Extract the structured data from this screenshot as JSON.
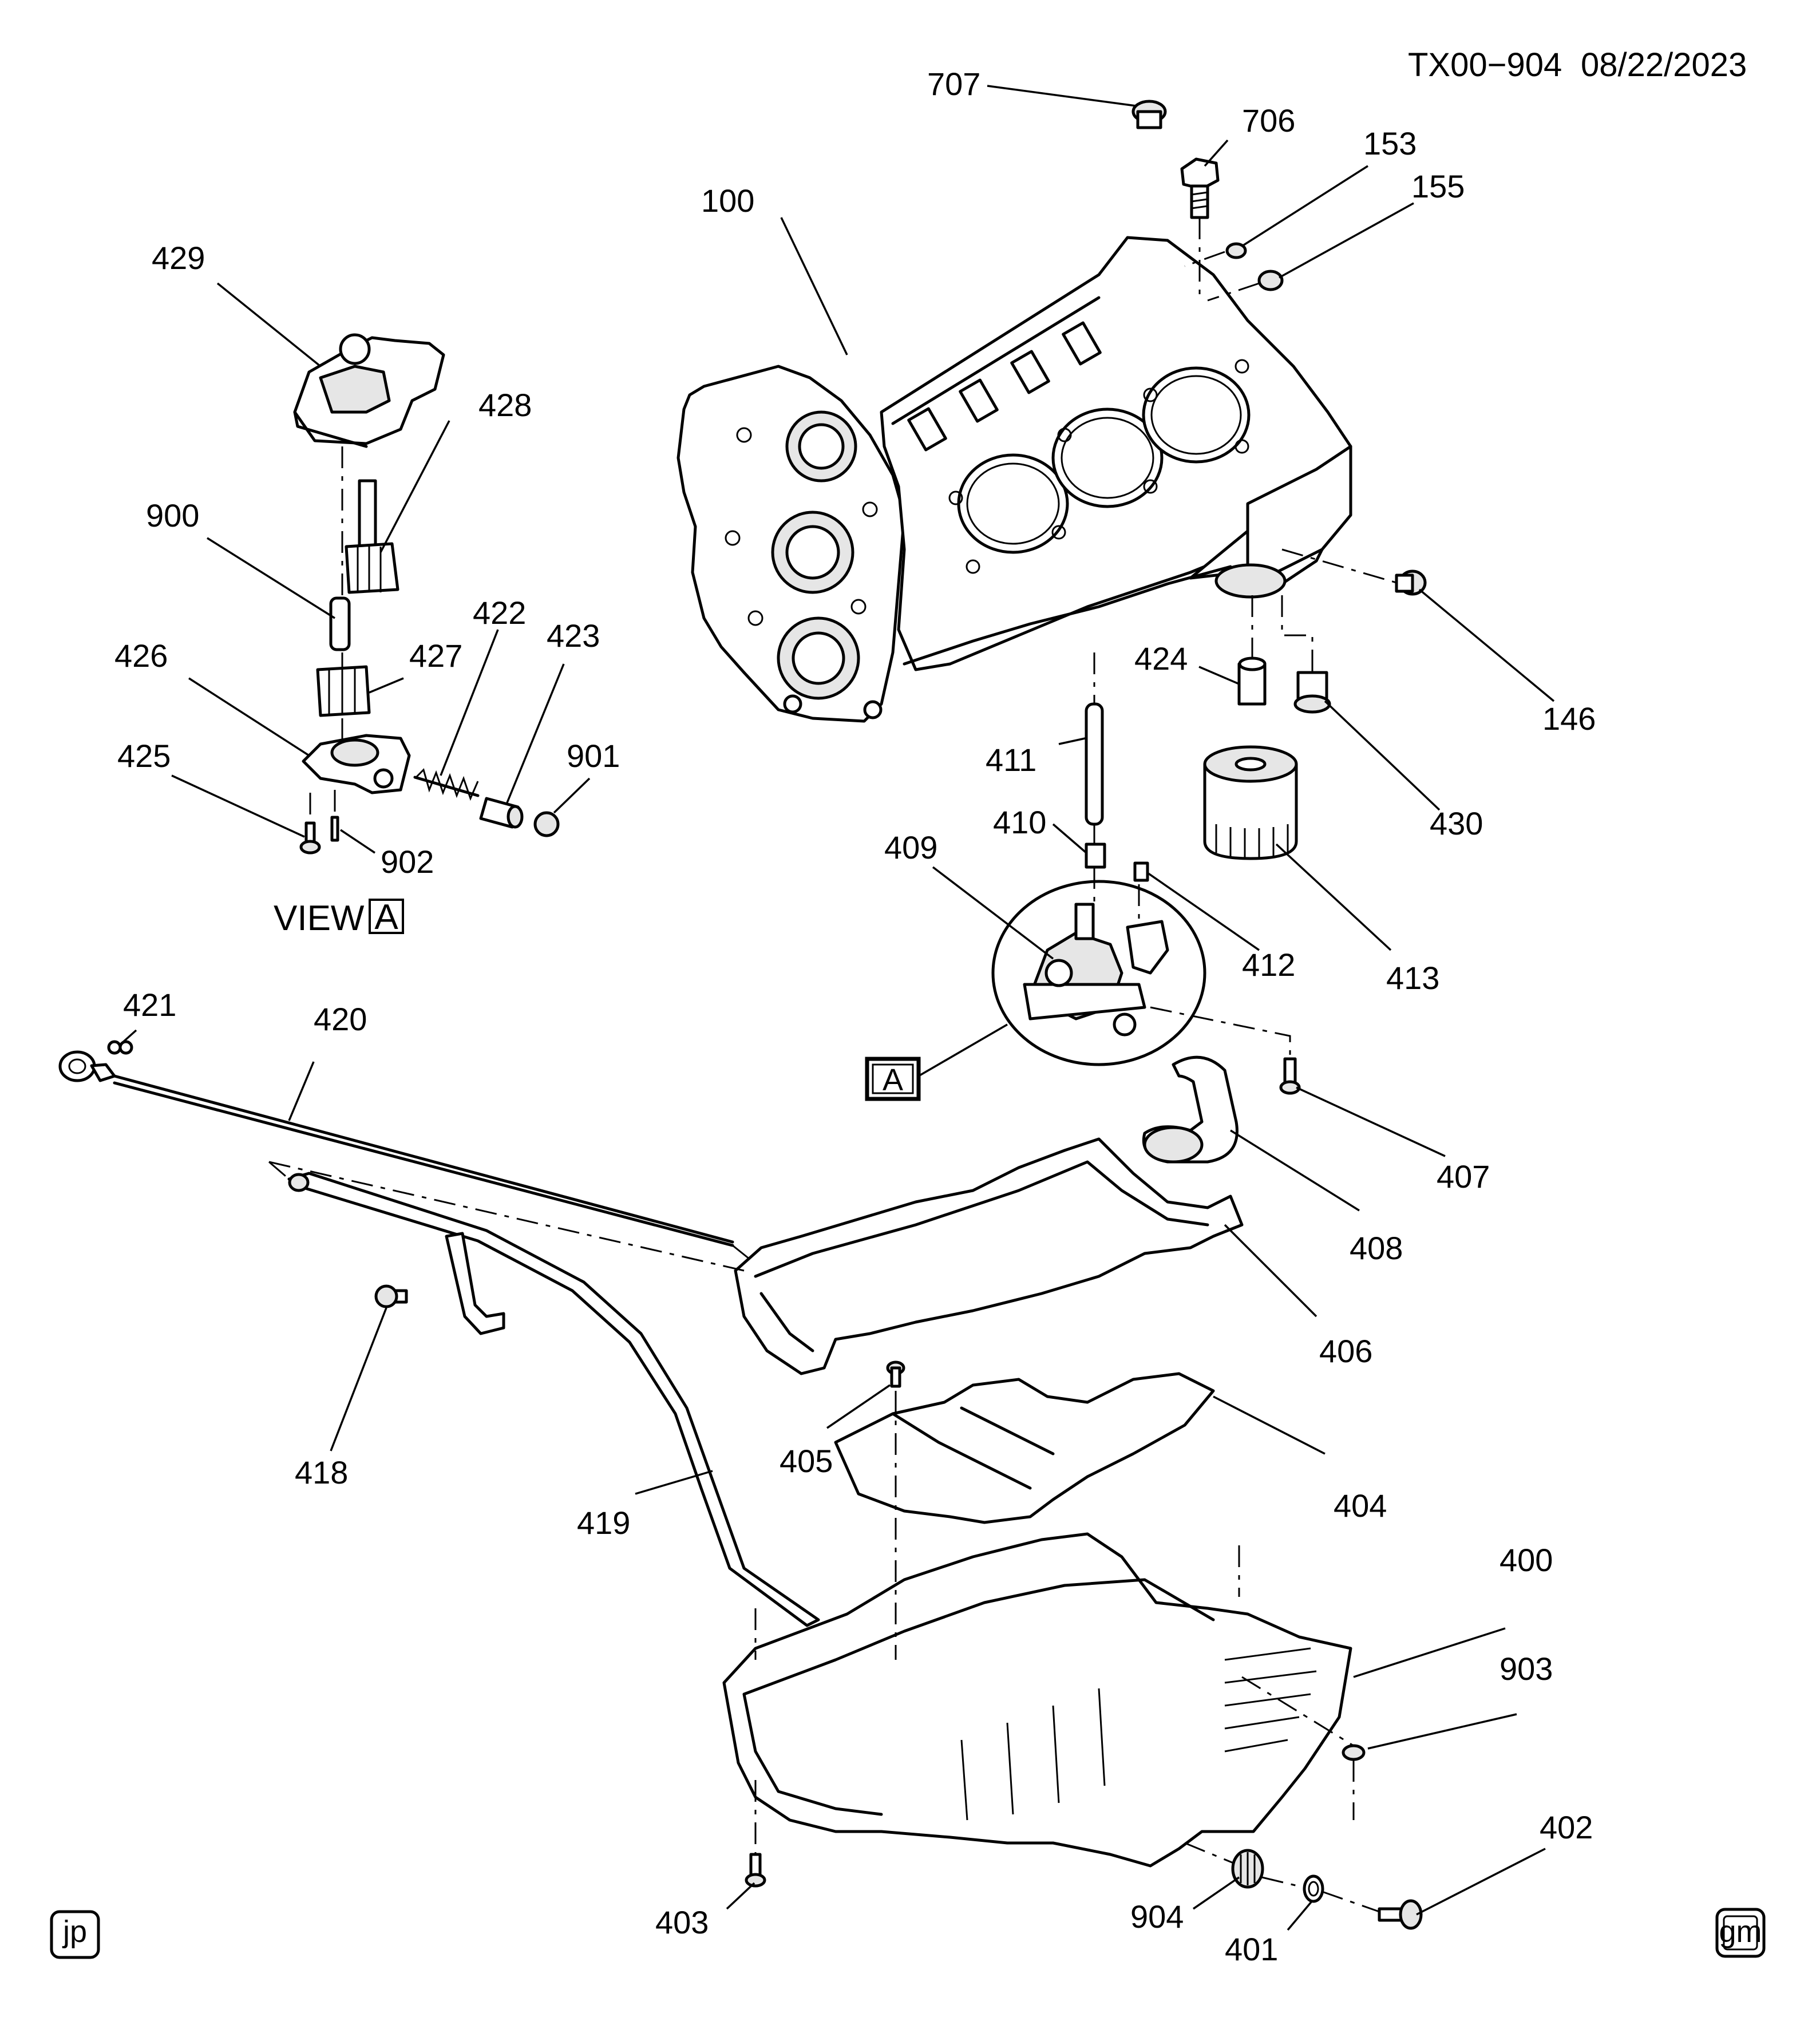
{
  "header": {
    "doc_id": "TX00−904",
    "date": "08/22/2023"
  },
  "view_label": {
    "text": "VIEW",
    "ref": "A"
  },
  "detail_ref": "A",
  "corner_badges": {
    "left": "jp",
    "right": "gm"
  },
  "callouts": {
    "c707": "707",
    "c706": "706",
    "c153": "153",
    "c155": "155",
    "c100": "100",
    "c146": "146",
    "c424": "424",
    "c430": "430",
    "c411": "411",
    "c410": "410",
    "c409": "409",
    "c412": "412",
    "c413": "413",
    "c407": "407",
    "c408": "408",
    "c406": "406",
    "c404": "404",
    "c405": "405",
    "c400": "400",
    "c903": "903",
    "c402": "402",
    "c403": "403",
    "c904": "904",
    "c401": "401",
    "c429": "429",
    "c428": "428",
    "c900": "900",
    "c422": "422",
    "c423": "423",
    "c426": "426",
    "c427": "427",
    "c425": "425",
    "c901": "901",
    "c902": "902",
    "c421": "421",
    "c420": "420",
    "c418": "418",
    "c419": "419"
  }
}
